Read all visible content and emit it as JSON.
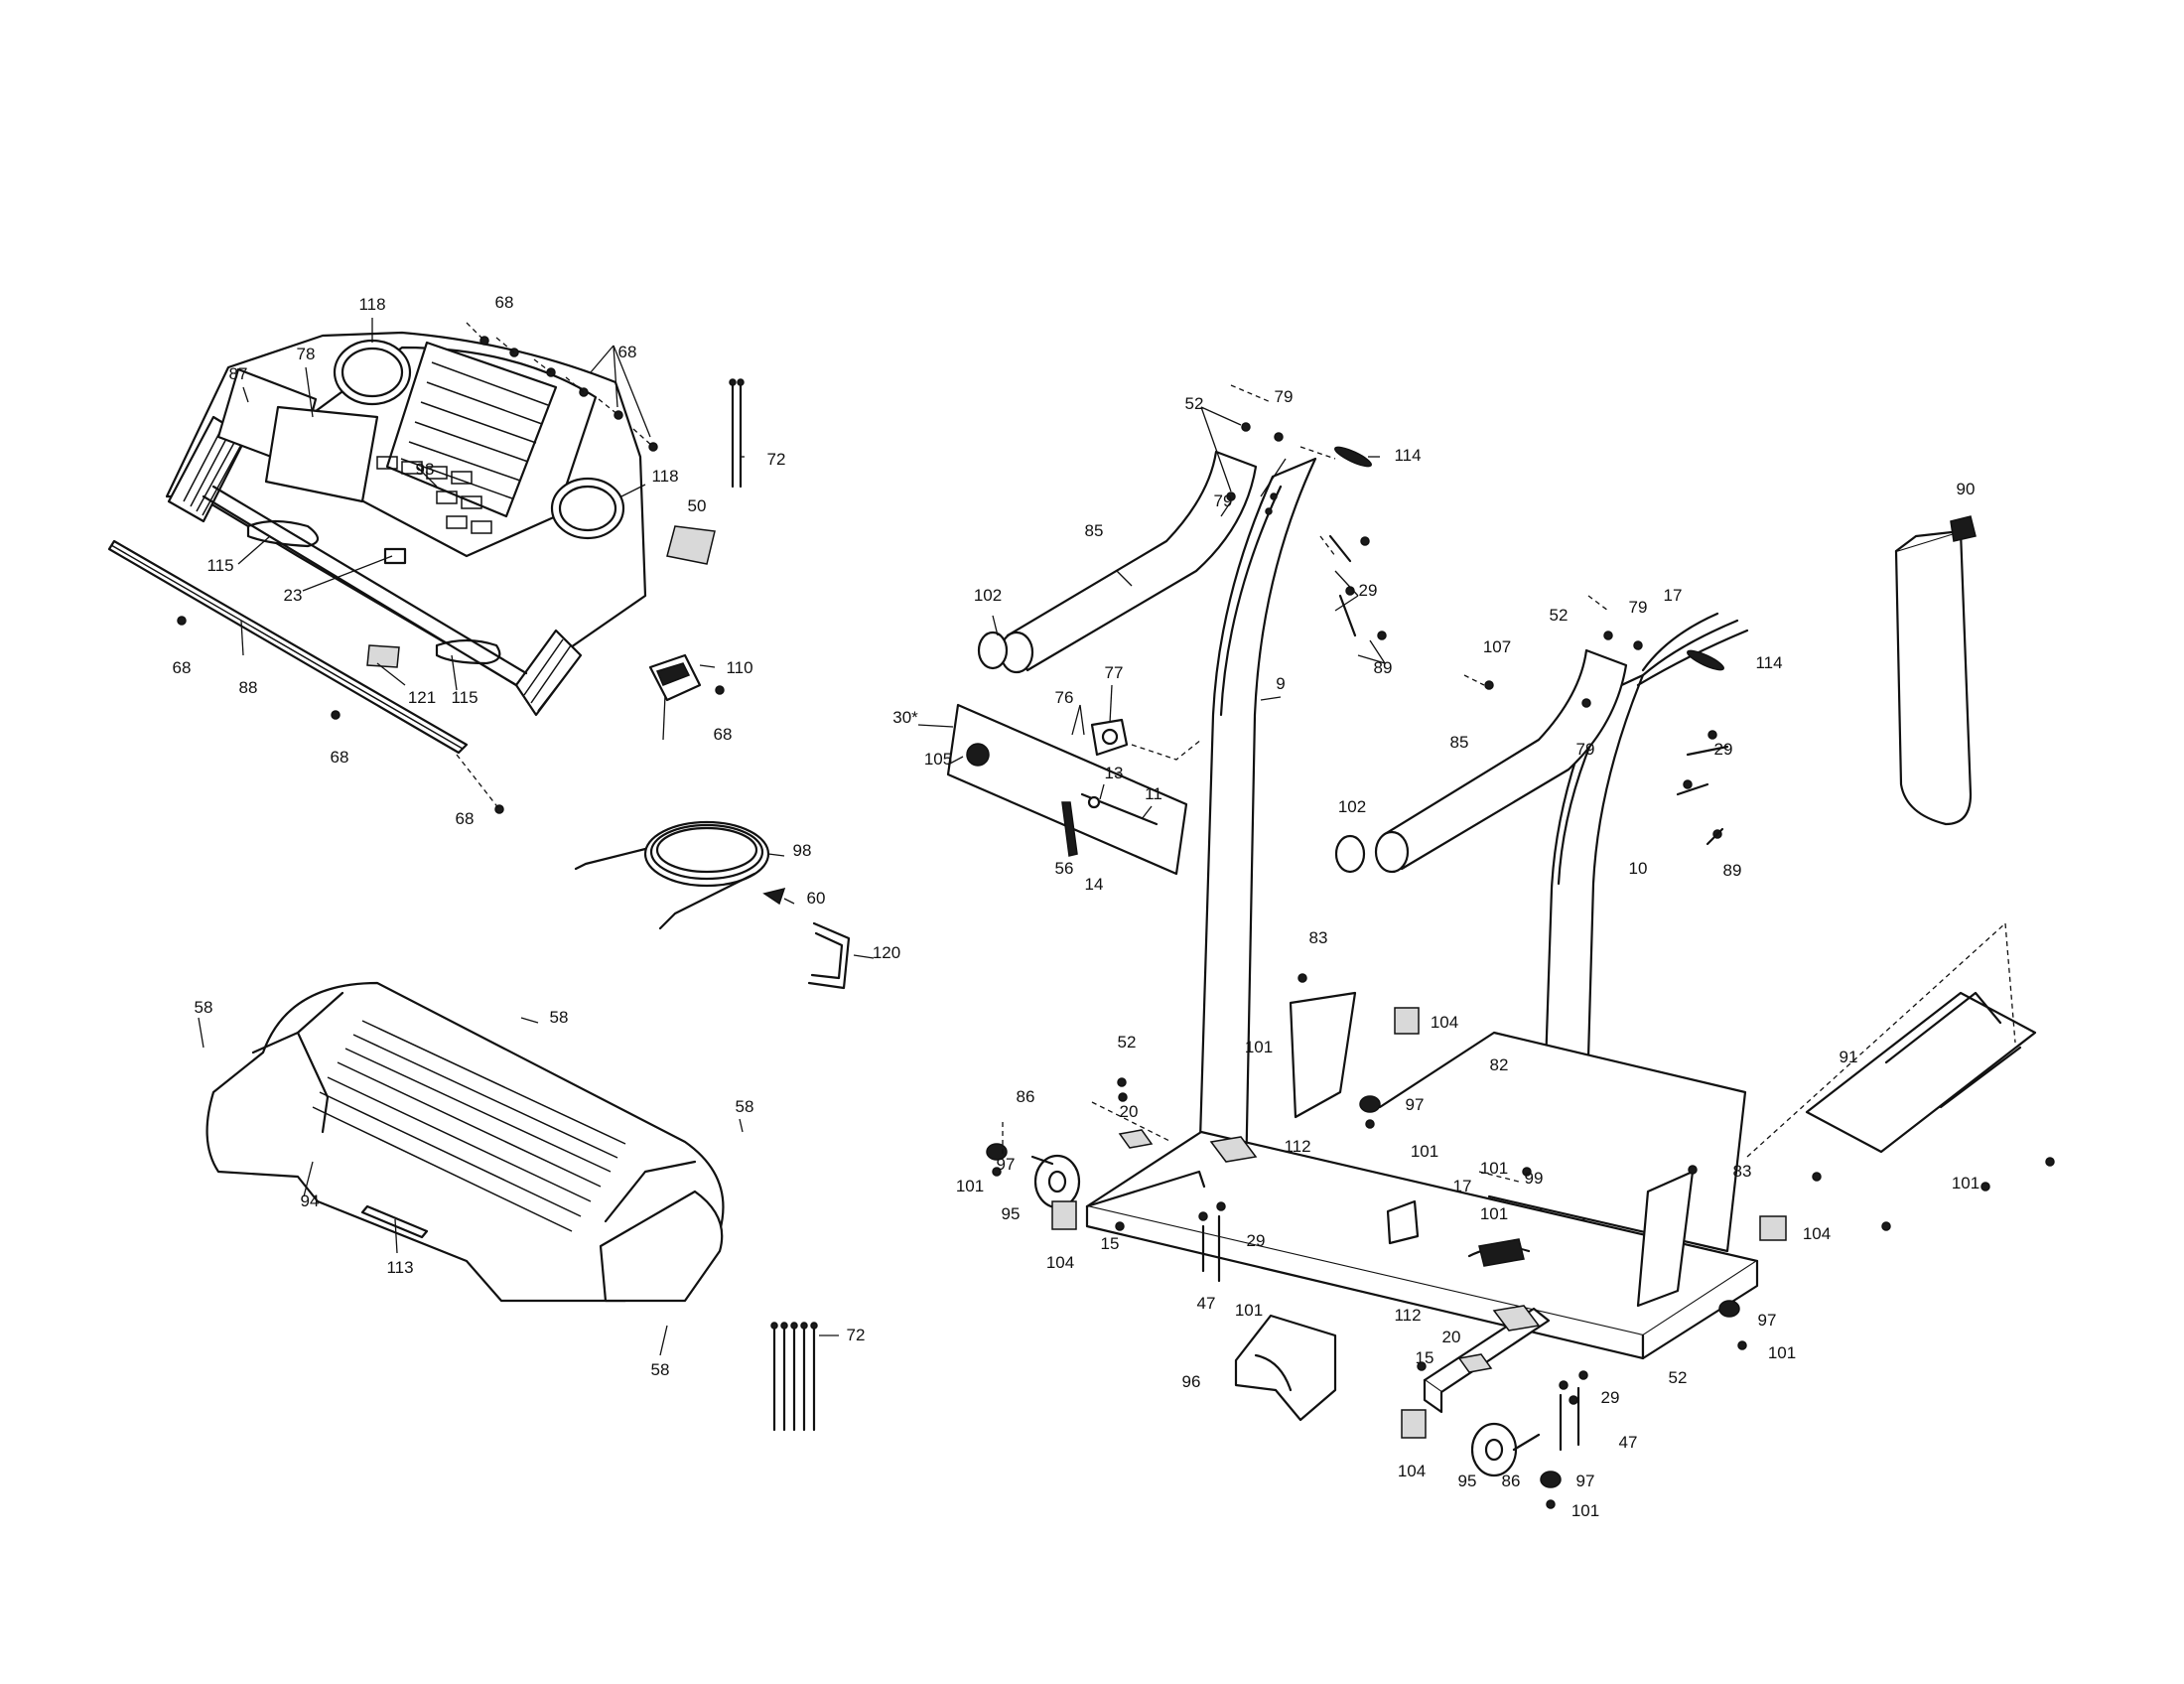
{
  "callouts": [
    {
      "id": "c118a",
      "text": "118"
    },
    {
      "id": "c68a",
      "text": "68"
    },
    {
      "id": "c68b",
      "text": "68"
    },
    {
      "id": "c87",
      "text": "87"
    },
    {
      "id": "c78",
      "text": "78"
    },
    {
      "id": "c72a",
      "text": "72"
    },
    {
      "id": "c93",
      "text": "93"
    },
    {
      "id": "c118b",
      "text": "118"
    },
    {
      "id": "c50",
      "text": "50"
    },
    {
      "id": "c115a",
      "text": "115"
    },
    {
      "id": "c23",
      "text": "23"
    },
    {
      "id": "c68c",
      "text": "68"
    },
    {
      "id": "c88",
      "text": "88"
    },
    {
      "id": "c121",
      "text": "121"
    },
    {
      "id": "c115b",
      "text": "115"
    },
    {
      "id": "c110",
      "text": "110"
    },
    {
      "id": "c68d",
      "text": "68"
    },
    {
      "id": "c68e",
      "text": "68"
    },
    {
      "id": "c68f",
      "text": "68"
    },
    {
      "id": "c98",
      "text": "98"
    },
    {
      "id": "c60",
      "text": "60"
    },
    {
      "id": "c120",
      "text": "120"
    },
    {
      "id": "c58a",
      "text": "58"
    },
    {
      "id": "c58b",
      "text": "58"
    },
    {
      "id": "c58c",
      "text": "58"
    },
    {
      "id": "c94",
      "text": "94"
    },
    {
      "id": "c113",
      "text": "113"
    },
    {
      "id": "c58d",
      "text": "58"
    },
    {
      "id": "c72b",
      "text": "72"
    },
    {
      "id": "c52a",
      "text": "52"
    },
    {
      "id": "c79a",
      "text": "79"
    },
    {
      "id": "c114a",
      "text": "114"
    },
    {
      "id": "c79b",
      "text": "79"
    },
    {
      "id": "c85a",
      "text": "85"
    },
    {
      "id": "c29a",
      "text": "29"
    },
    {
      "id": "c102a",
      "text": "102"
    },
    {
      "id": "c89a",
      "text": "89"
    },
    {
      "id": "c9",
      "text": "9"
    },
    {
      "id": "c77",
      "text": "77"
    },
    {
      "id": "c76",
      "text": "76"
    },
    {
      "id": "c30",
      "text": "30*"
    },
    {
      "id": "c105",
      "text": "105"
    },
    {
      "id": "c13",
      "text": "13"
    },
    {
      "id": "c11",
      "text": "11"
    },
    {
      "id": "c56",
      "text": "56"
    },
    {
      "id": "c14",
      "text": "14"
    },
    {
      "id": "c52b",
      "text": "52"
    },
    {
      "id": "c79c",
      "text": "79"
    },
    {
      "id": "c17a",
      "text": "17"
    },
    {
      "id": "c107",
      "text": "107"
    },
    {
      "id": "c114b",
      "text": "114"
    },
    {
      "id": "c79d",
      "text": "79"
    },
    {
      "id": "c85b",
      "text": "85"
    },
    {
      "id": "c29b",
      "text": "29"
    },
    {
      "id": "c102b",
      "text": "102"
    },
    {
      "id": "c89b",
      "text": "89"
    },
    {
      "id": "c10",
      "text": "10"
    },
    {
      "id": "c90",
      "text": "90"
    },
    {
      "id": "c83a",
      "text": "83"
    },
    {
      "id": "c104a",
      "text": "104"
    },
    {
      "id": "c52c",
      "text": "52"
    },
    {
      "id": "c101a",
      "text": "101"
    },
    {
      "id": "c82",
      "text": "82"
    },
    {
      "id": "c86a",
      "text": "86"
    },
    {
      "id": "c20a",
      "text": "20"
    },
    {
      "id": "c97a",
      "text": "97"
    },
    {
      "id": "c112a",
      "text": "112"
    },
    {
      "id": "c101b",
      "text": "101"
    },
    {
      "id": "c97b",
      "text": "97"
    },
    {
      "id": "c101c",
      "text": "101"
    },
    {
      "id": "c101d",
      "text": "101"
    },
    {
      "id": "c95a",
      "text": "95"
    },
    {
      "id": "c83b",
      "text": "83"
    },
    {
      "id": "c17b",
      "text": "17"
    },
    {
      "id": "c99",
      "text": "99"
    },
    {
      "id": "c101e",
      "text": "101"
    },
    {
      "id": "c91",
      "text": "91"
    },
    {
      "id": "c101f",
      "text": "101"
    },
    {
      "id": "c104b",
      "text": "104"
    },
    {
      "id": "c15a",
      "text": "15"
    },
    {
      "id": "c29c",
      "text": "29"
    },
    {
      "id": "c104c",
      "text": "104"
    },
    {
      "id": "c47a",
      "text": "47"
    },
    {
      "id": "c101g",
      "text": "101"
    },
    {
      "id": "c112b",
      "text": "112"
    },
    {
      "id": "c97c",
      "text": "97"
    },
    {
      "id": "c96",
      "text": "96"
    },
    {
      "id": "c20b",
      "text": "20"
    },
    {
      "id": "c101h",
      "text": "101"
    },
    {
      "id": "c15b",
      "text": "15"
    },
    {
      "id": "c52d",
      "text": "52"
    },
    {
      "id": "c29d",
      "text": "29"
    },
    {
      "id": "c47b",
      "text": "47"
    },
    {
      "id": "c104d",
      "text": "104"
    },
    {
      "id": "c95b",
      "text": "95"
    },
    {
      "id": "c86b",
      "text": "86"
    },
    {
      "id": "c97d",
      "text": "97"
    },
    {
      "id": "c101i",
      "text": "101"
    }
  ]
}
